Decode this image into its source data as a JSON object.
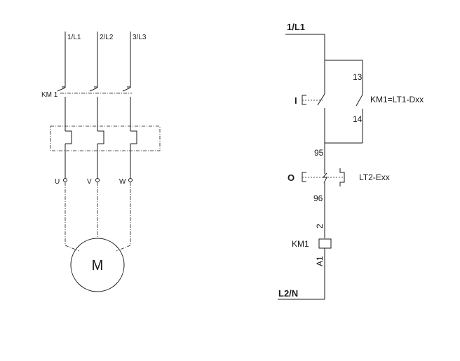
{
  "power_circuit": {
    "phases": [
      "1/L1",
      "2/L2",
      "3/L3"
    ],
    "contactor_label": "KM 1",
    "terminals": [
      "U",
      "V",
      "W"
    ],
    "motor_label": "M"
  },
  "control_circuit": {
    "supply_top": "1/L1",
    "supply_bottom": "L2/N",
    "start_button": "I",
    "stop_button": "O",
    "contact_13": "13",
    "contact_14": "14",
    "start_unit": "KM1=LT1-Dxx",
    "contact_95": "95",
    "contact_96": "96",
    "stop_unit": "LT2-Exx",
    "coil_2": "2",
    "coil_a1": "A1",
    "coil_label": "KM1"
  }
}
